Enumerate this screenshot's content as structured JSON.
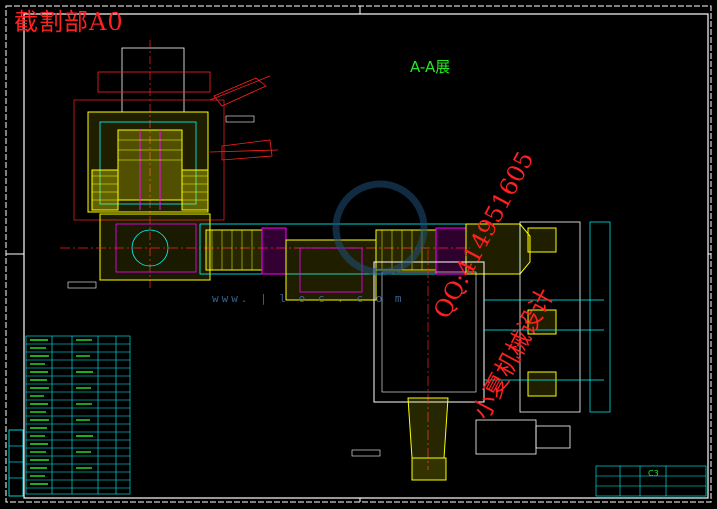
{
  "overlay_title": "截割部A0",
  "view_label": "A-A展",
  "watermark": {
    "contact": "QQ:414951605",
    "shop": "小夏机械设计",
    "site": "www.    |    l  o  c  .  c  o  m"
  },
  "title_block": {
    "code": "C3"
  },
  "colors": {
    "background": "#000000",
    "frame": "#ffffff",
    "part_yellow": "#ffff00",
    "centerline_red": "#ff2020",
    "outline_cyan": "#00ffff",
    "hatch_magenta": "#ff00ff",
    "label_green": "#26e626",
    "watermark_blue": "#1f4e7a"
  }
}
